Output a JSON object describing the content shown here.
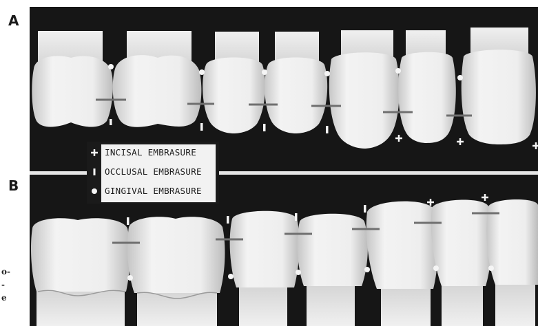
{
  "figure": {
    "panel_a_label": "A",
    "panel_b_label": "B"
  },
  "legend": {
    "items": [
      {
        "symbol": "plus",
        "label": "INCISAL EMBRASURE"
      },
      {
        "symbol": "bar",
        "label": "OCCLUSAL EMBRASURE"
      },
      {
        "symbol": "dot",
        "label": "GINGIVAL EMBRASURE"
      }
    ]
  },
  "caption_fragment": {
    "lines": [
      "o-",
      "-",
      "e"
    ]
  },
  "colors": {
    "background": "#161616",
    "tooth": "#ececec",
    "tooth_shadow": "#b9b9b9",
    "contact_line": "#6f6f6f"
  }
}
